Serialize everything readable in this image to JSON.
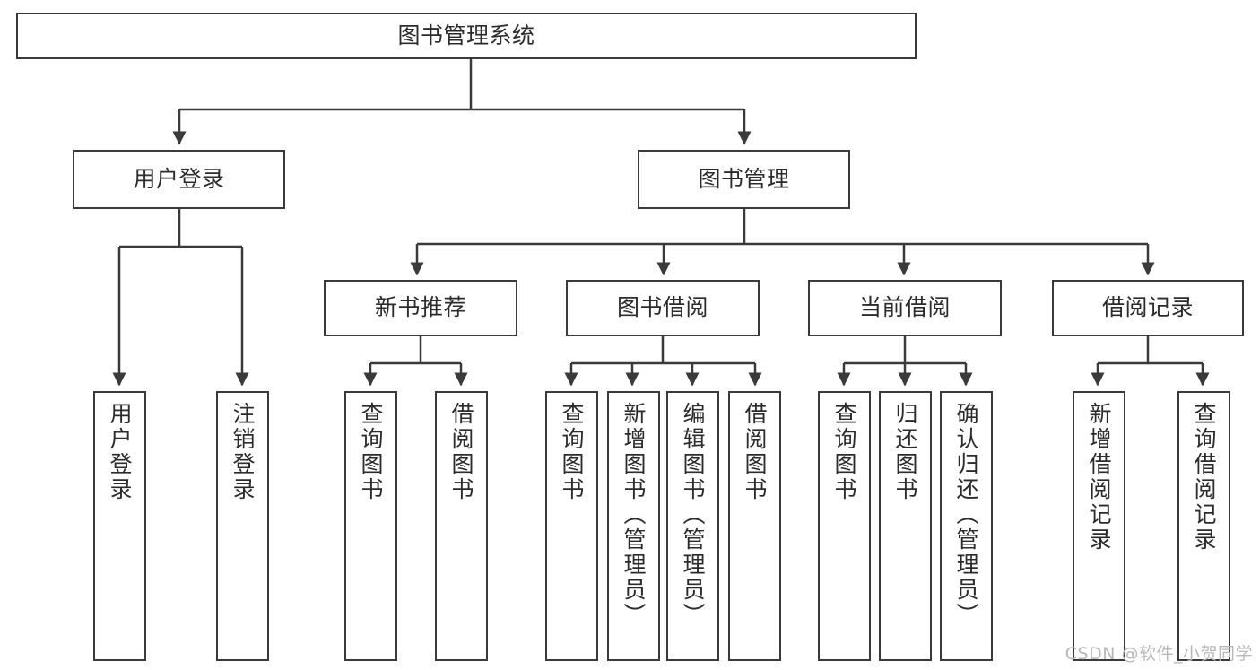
{
  "diagram": {
    "title_node": {
      "label": "图书管理系统"
    },
    "level2": [
      {
        "id": "user-login",
        "label": "用户登录"
      },
      {
        "id": "book-management",
        "label": "图书管理"
      }
    ],
    "level3": [
      {
        "id": "new-book-recommend",
        "label": "新书推荐"
      },
      {
        "id": "book-borrow",
        "label": "图书借阅"
      },
      {
        "id": "current-borrow",
        "label": "当前借阅"
      },
      {
        "id": "borrow-record",
        "label": "借阅记录"
      }
    ],
    "leaves": [
      {
        "id": "leaf-user-login",
        "label": "用户登录",
        "parent": "user-login"
      },
      {
        "id": "leaf-logout",
        "label": "注销登录",
        "parent": "user-login"
      },
      {
        "id": "leaf-query-book-1",
        "label": "查询图书",
        "parent": "new-book-recommend"
      },
      {
        "id": "leaf-borrow-book-1",
        "label": "借阅图书",
        "parent": "new-book-recommend"
      },
      {
        "id": "leaf-query-book-2",
        "label": "查询图书",
        "parent": "book-borrow"
      },
      {
        "id": "leaf-add-book",
        "label": "新增图书（管理员）",
        "parent": "book-borrow"
      },
      {
        "id": "leaf-edit-book",
        "label": "编辑图书（管理员）",
        "parent": "book-borrow"
      },
      {
        "id": "leaf-borrow-book-2",
        "label": "借阅图书",
        "parent": "book-borrow"
      },
      {
        "id": "leaf-query-book-3",
        "label": "查询图书",
        "parent": "current-borrow"
      },
      {
        "id": "leaf-return-book",
        "label": "归还图书",
        "parent": "current-borrow"
      },
      {
        "id": "leaf-confirm-return",
        "label": "确认归还（管理员）",
        "parent": "current-borrow"
      },
      {
        "id": "leaf-add-record",
        "label": "新增借阅记录",
        "parent": "borrow-record"
      },
      {
        "id": "leaf-query-record",
        "label": "查询借阅记录",
        "parent": "borrow-record"
      }
    ],
    "watermark": "CSDN @软件_小贺同学",
    "colors": {
      "stroke": "#3a3a3a",
      "text": "#2b2b2b",
      "background": "#ffffff",
      "watermark": "#b8b8b8"
    }
  }
}
